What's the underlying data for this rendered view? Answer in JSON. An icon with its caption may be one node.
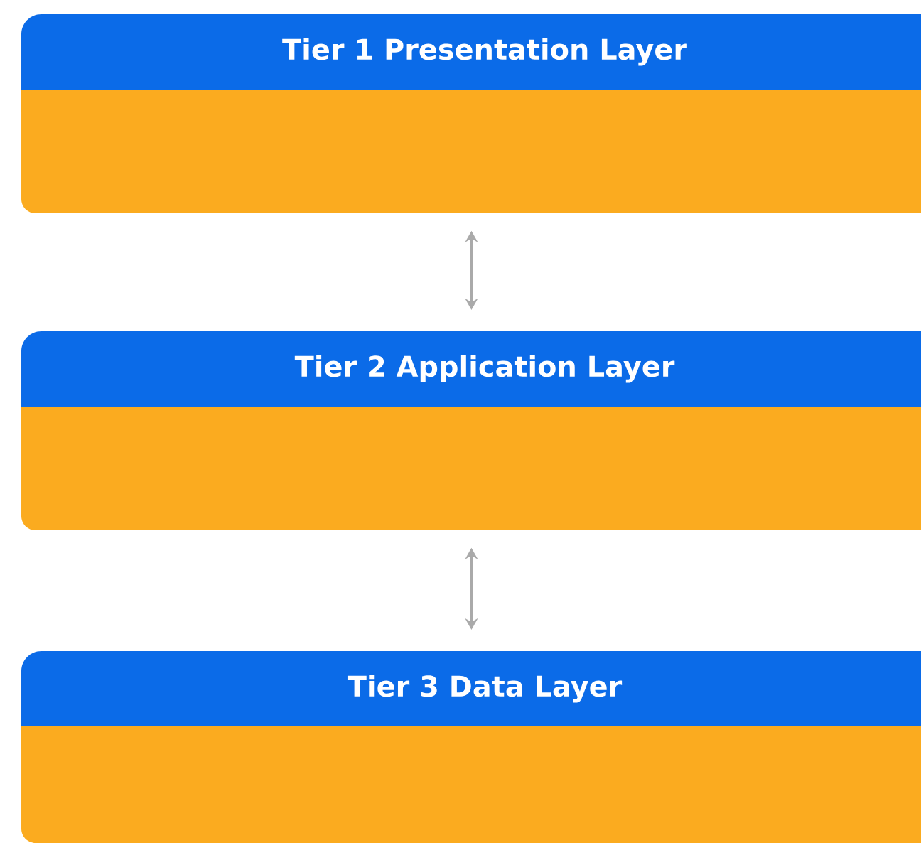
{
  "diagram": {
    "nodes": [
      {
        "text": [
          "Tier 1 Presentation Layer"
        ]
      },
      {
        "text": [
          "Tier 2 Application Layer"
        ]
      },
      {
        "text": [
          "Tier 3 Data Layer"
        ]
      }
    ],
    "edges": [
      {
        "from": 0,
        "to": 1,
        "arrow": "both"
      },
      {
        "from": 1,
        "to": 2,
        "arrow": "both"
      }
    ]
  }
}
